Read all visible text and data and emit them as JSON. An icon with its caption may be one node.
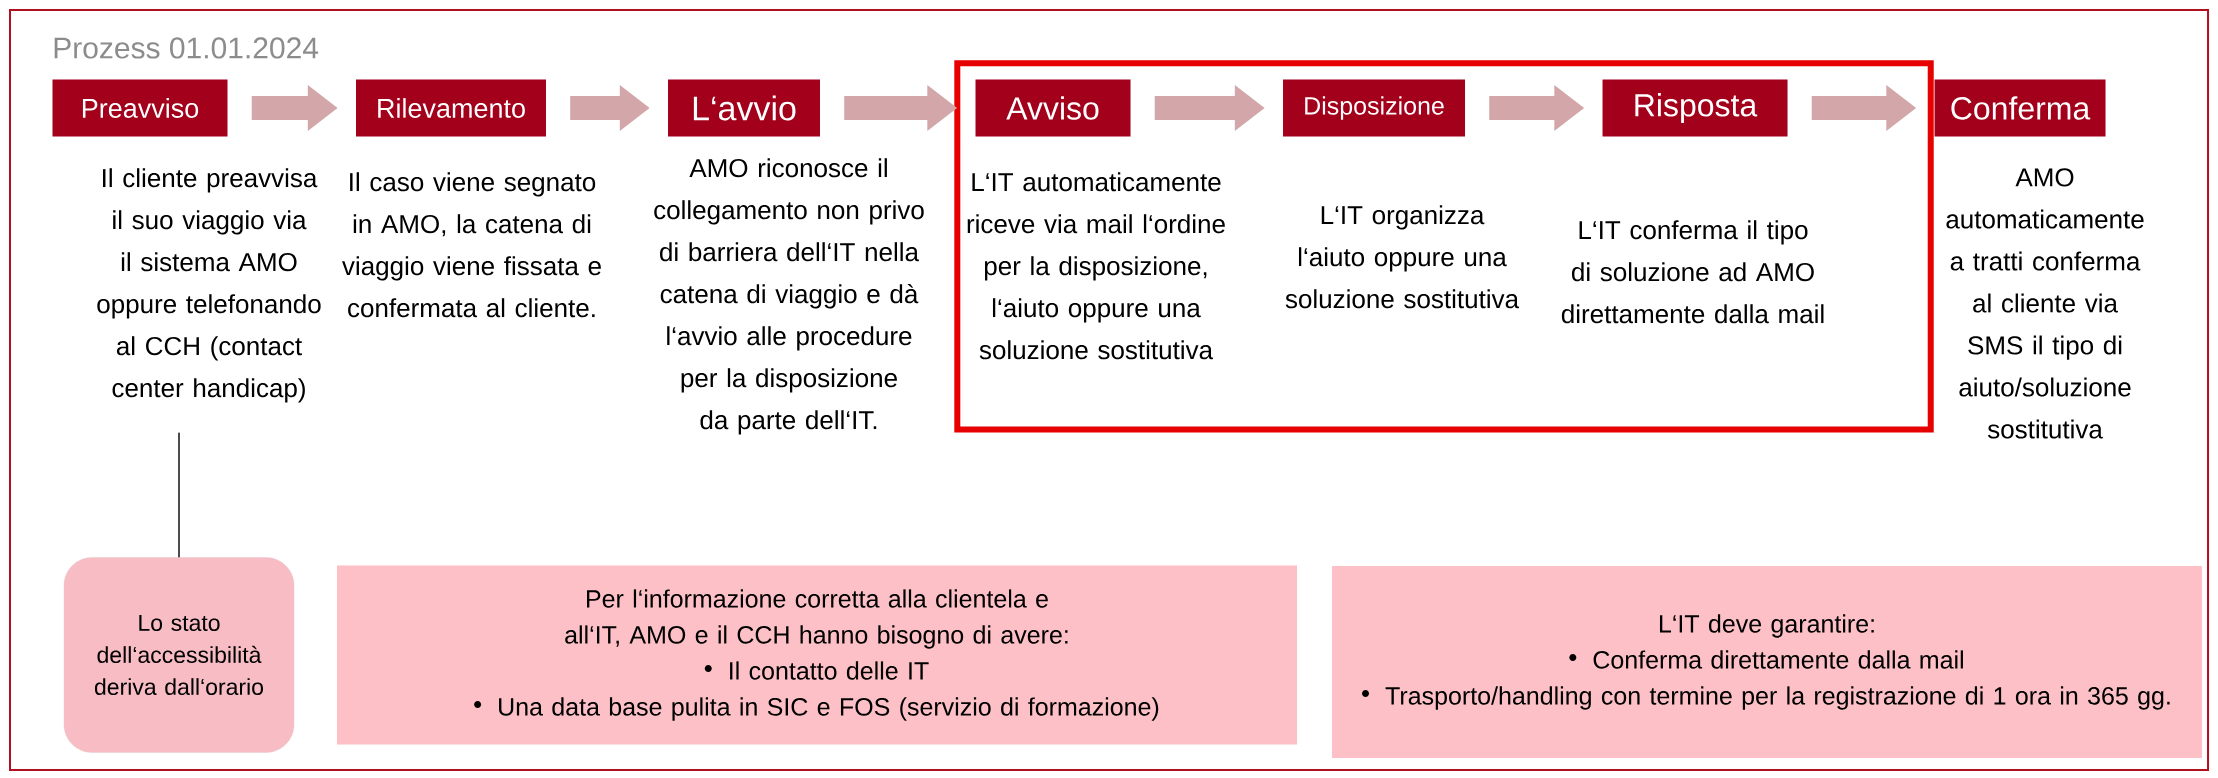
{
  "diagram": {
    "title": "Prozess 01.01.2024",
    "nodes": [
      {
        "text": [
          "Preavviso",
          "Il cliente preavvisa il suo viaggio via il sistema AMO oppure telefonando al CCH (contact center handicap)"
        ]
      },
      {
        "text": [
          "Rilevamento",
          "Il caso viene segnato in AMO, la catena di viaggio viene fissata e confermata al cliente."
        ]
      },
      {
        "text": [
          "L‘avvio",
          "AMO riconosce il collegamento non privo di barriera dell‘IT nella catena di viaggio e dà l‘avvio alle procedure per la disposizione da parte dell‘IT."
        ]
      },
      {
        "text": [],
        "shape": "box"
      },
      {
        "text": [
          "Avviso",
          "L‘IT automaticamente riceve via mail l‘ordine per la disposizione, l‘aiuto oppure una soluzione sostitutiva"
        ],
        "in": 3
      },
      {
        "text": [
          "Disposizione",
          "L‘IT organizza l‘aiuto oppure una soluzione sostitutiva"
        ],
        "in": 3
      },
      {
        "text": [
          "Risposta",
          "L‘IT conferma il tipo di soluzione ad AMO direttamente dalla mail"
        ],
        "in": 3
      },
      {
        "text": [
          "Conferma",
          "AMO automaticamente a tratti conferma al cliente via SMS il tipo di aiuto/soluzione sostitutiva"
        ]
      },
      {
        "text": [
          "Lo stato dell‘accessibilità deriva dall‘orario"
        ]
      },
      {
        "text": [
          "Per l‘informazione corretta alla clientela e all‘IT, AMO e il CCH hanno bisogno di avere:",
          "Il contatto delle IT",
          "Una data base pulita in SIC e FOS (servizio di formazione)"
        ]
      },
      {
        "text": [
          "L‘IT deve garantire:",
          "Conferma direttamente dalla mail",
          "Trasporto/handling con termine per la registrazione di 1 ora in 365 gg."
        ]
      }
    ],
    "edges": [
      {
        "from": 0,
        "to": 1,
        "arrow": "to"
      },
      {
        "from": 1,
        "to": 2,
        "arrow": "to"
      },
      {
        "from": 2,
        "to": 4,
        "arrow": "to"
      },
      {
        "from": 4,
        "to": 5,
        "arrow": "to"
      },
      {
        "from": 5,
        "to": 6,
        "arrow": "to"
      },
      {
        "from": 6,
        "to": 7,
        "arrow": "to"
      },
      {
        "from": 0,
        "to": 8,
        "arrow": "none",
        "color": "#4c4c4c"
      }
    ]
  }
}
